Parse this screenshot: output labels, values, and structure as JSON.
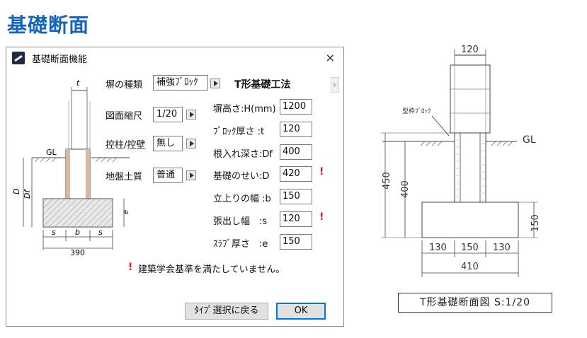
{
  "page_title": "基礎断面",
  "dialog": {
    "title": "基礎断面機能",
    "close": "×",
    "wall_type": {
      "label": "塀の種類",
      "value": "補強ﾌﾞﾛｯｸ"
    },
    "scale": {
      "label": "図面縮尺",
      "value": "1/20"
    },
    "pillar": {
      "label": "控柱/控壁",
      "value": "無し"
    },
    "soil": {
      "label": "地盤土質",
      "value": "普通"
    },
    "method_title": "T形基礎工法",
    "params": [
      {
        "label": "塀高さ:H(mm)",
        "value": "1200",
        "warn": false
      },
      {
        "label": "ﾌﾞﾛｯｸ厚さ :t",
        "value": "120",
        "warn": false
      },
      {
        "label": "根入れ深さ:Df",
        "value": "400",
        "warn": false
      },
      {
        "label": "基礎のせい:D",
        "value": "420",
        "warn": true
      },
      {
        "label": "立上りの幅 :b",
        "value": "150",
        "warn": false
      },
      {
        "label": "張出し幅　:s",
        "value": "120",
        "warn": true
      },
      {
        "label": "ｽﾗﾌﾞ厚さ　:e",
        "value": "150",
        "warn": false
      }
    ],
    "warning_mark": "!",
    "warning_text": "建築学会基準を満たしていません。",
    "type_select_button": "ﾀｲﾌﾟ選択に戻る",
    "ok_button": "OK",
    "diagram": {
      "t": "t",
      "gl": "GL",
      "d": "D",
      "df": "Df",
      "e": "e",
      "s1": "s",
      "b": "b",
      "s2": "s",
      "width": "390"
    }
  },
  "drawing": {
    "top_width": "120",
    "block_label": "型枠ﾌﾞﾛｯｸ",
    "gl": "GL",
    "dim_450": "450",
    "dim_400": "400",
    "dim_150": "150",
    "bottom_dims": [
      "130",
      "150",
      "130"
    ],
    "total_width": "410",
    "caption": "T形基礎断面図 S:1/20"
  }
}
